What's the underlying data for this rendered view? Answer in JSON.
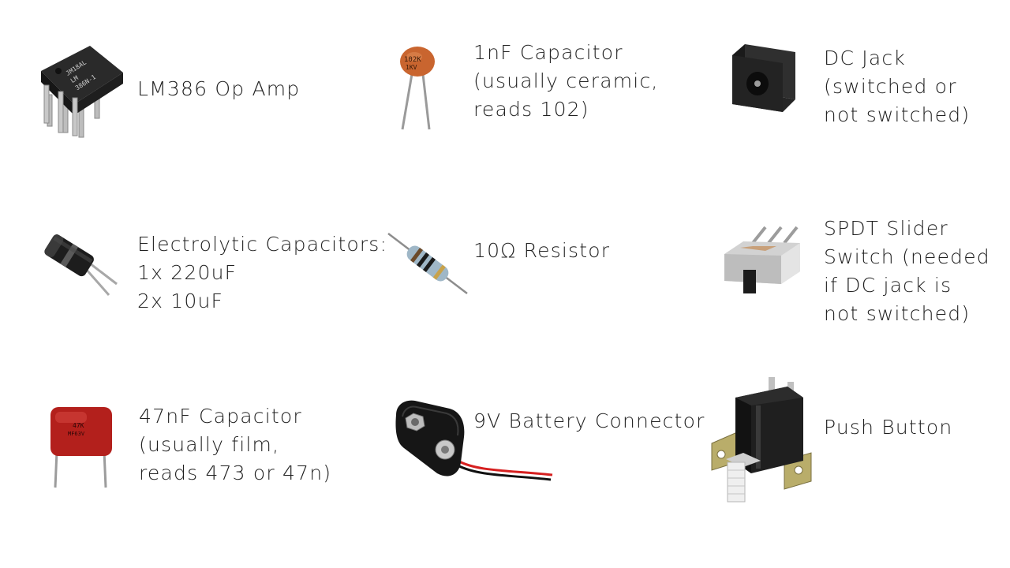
{
  "components": [
    {
      "id": "lm386",
      "icon": "ic-chip-icon",
      "lines": [
        "LM386 Op Amp"
      ],
      "chip_marking": [
        "JM18AL",
        "LM",
        "386N-1"
      ]
    },
    {
      "id": "cap-1nf",
      "icon": "ceramic-capacitor-icon",
      "lines": [
        "1nF Capacitor",
        "(usually ceramic,",
        "reads 102)"
      ],
      "cap_marking": [
        "102K",
        "1KV"
      ]
    },
    {
      "id": "dc-jack",
      "icon": "dc-jack-icon",
      "lines": [
        "DC Jack",
        "(switched or",
        "not switched)"
      ]
    },
    {
      "id": "electrolytic",
      "icon": "electrolytic-capacitor-icon",
      "lines": [
        "Electrolytic Capacitors:",
        "1x 220uF",
        "2x 10uF"
      ]
    },
    {
      "id": "resistor",
      "icon": "resistor-icon",
      "lines": [
        "10Ω Resistor"
      ]
    },
    {
      "id": "spdt",
      "icon": "slide-switch-icon",
      "lines": [
        "SPDT Slider",
        "Switch (needed",
        "if DC jack is",
        "not switched)"
      ]
    },
    {
      "id": "cap-47nf",
      "icon": "film-capacitor-icon",
      "lines": [
        "47nF Capacitor",
        "(usually film,",
        "reads 473 or 47n)"
      ],
      "cap_marking": [
        "47K",
        "MF63V"
      ]
    },
    {
      "id": "battery",
      "icon": "battery-snap-icon",
      "lines": [
        "9V Battery Connector"
      ]
    },
    {
      "id": "push",
      "icon": "push-button-icon",
      "lines": [
        "Push Button"
      ]
    }
  ],
  "colors": {
    "text": "#1f1f1f",
    "chip": "#2b2b2b",
    "ceramic": "#c9652f",
    "film": "#b3201c",
    "wire_red": "#d62020",
    "wire_black": "#111111"
  }
}
